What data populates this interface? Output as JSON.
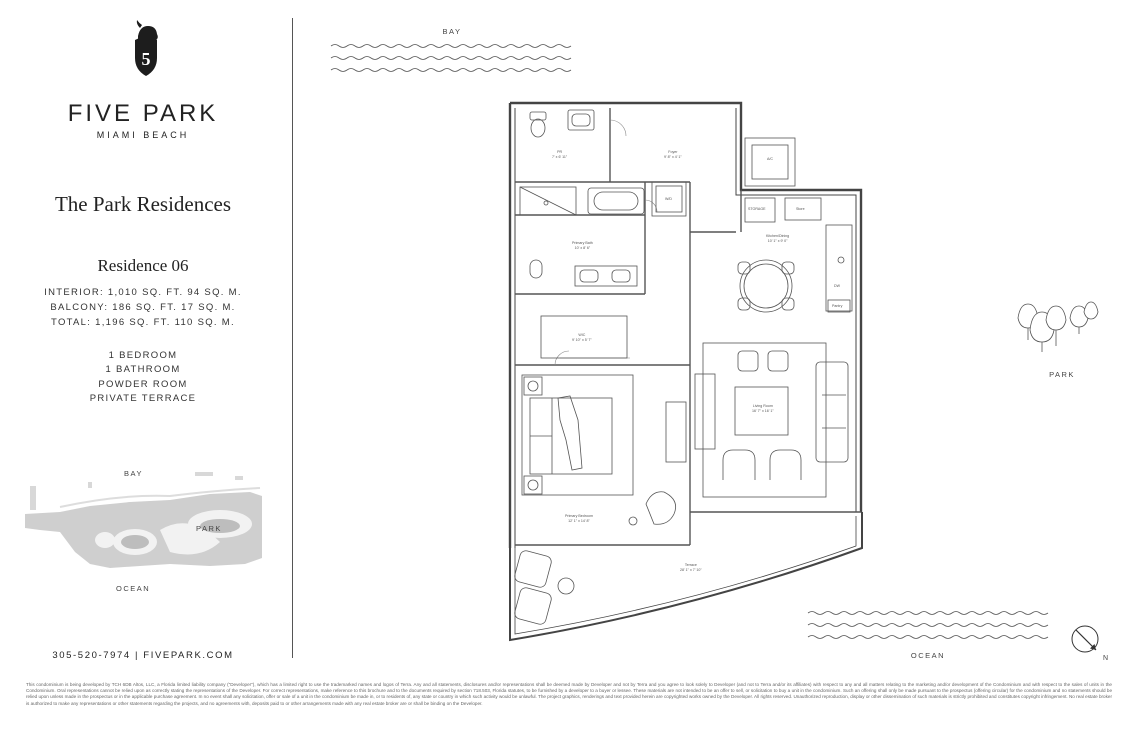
{
  "brand": {
    "name": "FIVE PARK",
    "location": "MIAMI BEACH"
  },
  "project_title": "The Park Residences",
  "residence_name": "Residence 06",
  "areas": [
    "INTERIOR: 1,010 SQ. FT. 94 SQ. M.",
    "BALCONY: 186 SQ. FT. 17 SQ. M.",
    "TOTAL: 1,196 SQ. FT. 110 SQ. M."
  ],
  "features": [
    "1 BEDROOM",
    "1 BATHROOM",
    "POWDER ROOM",
    "PRIVATE TERRACE"
  ],
  "keymap": {
    "bay": "BAY",
    "park": "PARK",
    "ocean": "OCEAN"
  },
  "contact": "305-520-7974  |  FIVEPARK.COM",
  "plan_labels": {
    "bay": "BAY",
    "park": "PARK",
    "ocean": "OCEAN",
    "north": "N"
  },
  "rooms": {
    "pr": [
      "PR",
      "7' x 6' 11\""
    ],
    "foyer": [
      "Foyer",
      "9' 8\" x 4' 1\""
    ],
    "ac": [
      "A/C"
    ],
    "wd": [
      "W/D"
    ],
    "storage": [
      "STORAGE"
    ],
    "store": [
      "Store"
    ],
    "primary_bath": [
      "Primary Bath",
      "10' x 8' 6\""
    ],
    "kitchen": [
      "Kitchen/Dining",
      "10' 1\" x 9' 0\""
    ],
    "dw": [
      "DW"
    ],
    "pantry": [
      "Pantry"
    ],
    "wic": [
      "WIC",
      "9' 10\" x 5' 7\""
    ],
    "living": [
      "Living Room",
      "16' 7\" x 16' 1\""
    ],
    "bedroom": [
      "Primary Bedroom",
      "12' 1\" x 14' 8\""
    ],
    "terrace": [
      "Terrace",
      "28' 1\" x 7' 10\""
    ]
  },
  "disclaimer": "This condominium is being developed by TCH 6DB Altos, LLC, a Florida limited liability company (\"Developer\"), which has a limited right to use the trademarked names and logos of Terra. Any and all statements, disclosures and/or representations shall be deemed made by Developer and not by Terra and you agree to look solely to Developer (and not to Terra and/or its affiliates) with respect to any and all matters relating to the marketing and/or development of the Condominium and with respect to the sales of units in the Condominium. Oral representations cannot be relied upon as correctly stating the representations of the Developer. For correct representations, make reference to this brochure and to the documents required by section 718.503, Florida statutes, to be furnished by a developer to a buyer or lessee. These materials are not intended to be an offer to sell, or solicitation to buy a unit in the condominium. Such an offering shall only be made pursuant to the prospectus (offering circular) for the condominium and no statements should be relied upon unless made in the prospectus or in the applicable purchase agreement. In no event shall any solicitation, offer or sale of a unit in the condominium be made in, or to residents of, any state or country in which such activity would be unlawful. The project graphics, renderings and text provided herein are copyrighted works owned by the Developer. All rights reserved. Unauthorized reproduction, display or other dissemination of such materials is strictly prohibited and constitutes copyright infringement. No real estate broker is authorized to make any representations or other statements regarding the projects, and no agreements with, deposits paid to or other arrangements made with any real estate broker are or shall be binding on the Developer."
}
